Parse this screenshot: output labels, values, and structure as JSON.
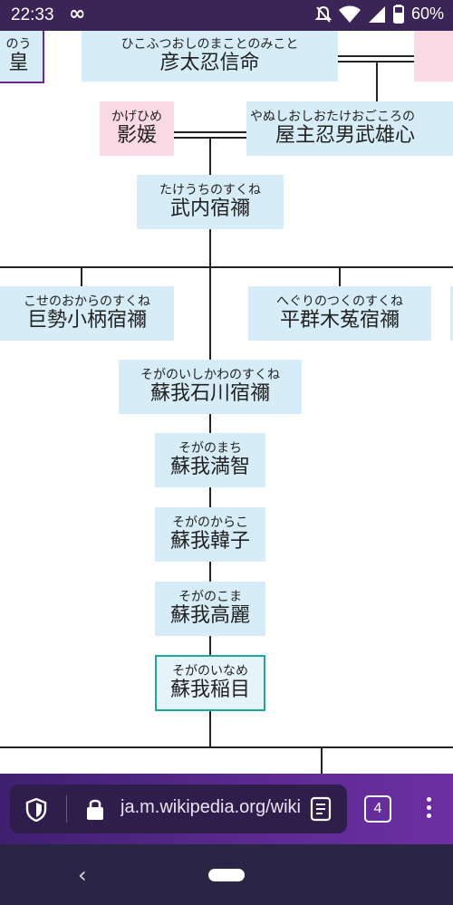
{
  "status_bar": {
    "time": "22:33",
    "battery": "60%"
  },
  "tree": {
    "nodes": [
      {
        "id": "top-left-partial",
        "kana": "のう",
        "kanji": "皇"
      },
      {
        "id": "hikofutsu",
        "kana": "ひこふつおしのまことのみこと",
        "kanji": "彦太忍信命"
      },
      {
        "id": "kagehime",
        "kana": "かげひめ",
        "kanji": "影媛"
      },
      {
        "id": "yanushi",
        "kana": "やぬしおしおたけおごころの",
        "kanji": "屋主忍男武雄心"
      },
      {
        "id": "takeuchi",
        "kana": "たけうちのすくね",
        "kanji": "武内宿禰"
      },
      {
        "id": "kose",
        "kana": "こせのおからのすくね",
        "kanji": "巨勢小柄宿禰"
      },
      {
        "id": "heguri",
        "kana": "へぐりのつくのすくね",
        "kanji": "平群木菟宿禰"
      },
      {
        "id": "ishikawa",
        "kana": "そがのいしかわのすくね",
        "kanji": "蘇我石川宿禰"
      },
      {
        "id": "machi",
        "kana": "そがのまち",
        "kanji": "蘇我満智"
      },
      {
        "id": "karako",
        "kana": "そがのからこ",
        "kanji": "蘇我韓子"
      },
      {
        "id": "koma",
        "kana": "そがのこま",
        "kanji": "蘇我高麗"
      },
      {
        "id": "iname",
        "kana": "そがのいなめ",
        "kanji": "蘇我稲目"
      }
    ]
  },
  "browser": {
    "url": "ja.m.wikipedia.org/wiki",
    "tab_count": "4"
  },
  "icons": {
    "status": [
      "infinity-icon",
      "bell-off-icon",
      "wifi-icon",
      "signal-icon",
      "battery-icon"
    ],
    "browser": [
      "shield-icon",
      "lock-icon",
      "reader-mode-icon",
      "tabs-icon",
      "menu-icon"
    ],
    "nav": [
      "back-icon",
      "home-pill-icon"
    ]
  },
  "colors": {
    "status_bg": "#3b2556",
    "node_blue": "#d6ecf7",
    "node_pink": "#fbd9e5",
    "highlight_border": "#18a8a0",
    "url_pill": "#2f1d4b"
  }
}
